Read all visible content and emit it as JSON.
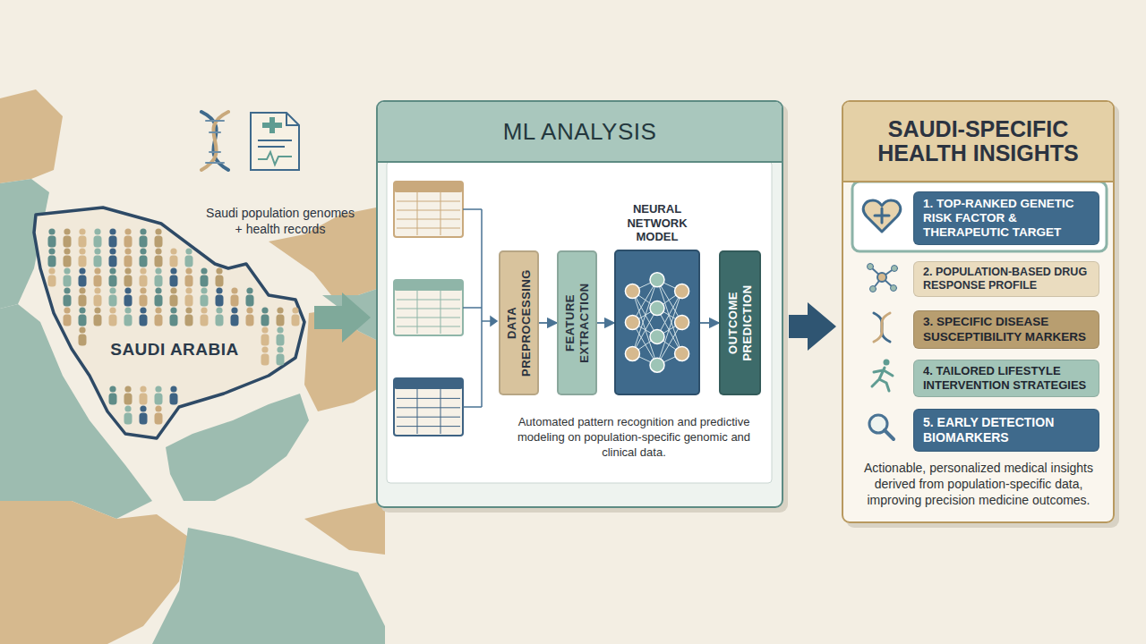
{
  "diagram": {
    "nodes": [
      {
        "text": [
          "SAUDI ARABIA"
        ]
      },
      {
        "text": [
          "ML ANALYSIS",
          "Automated pattern recognition and predictive modeling on population-specific genomic and clinical data."
        ]
      },
      {
        "text": [
          "DATA PREPROCESSING"
        ],
        "in": 1
      },
      {
        "text": [
          "FEATURE EXTRACTION"
        ],
        "in": 1
      },
      {
        "text": [
          "NEURAL NETWORK MODEL"
        ],
        "in": 1
      },
      {
        "text": [
          "OUTCOME PREDICTION"
        ],
        "in": 1
      },
      {
        "text": [
          "SAUDI-SPECIFIC HEALTH INSIGHTS",
          "Actionable, personalized medical insights derived from population-specific data, improving precision medicine outcomes."
        ]
      },
      {
        "text": [
          "1. TOP-RANKED GENETIC RISK FACTOR & THERAPEUTIC TARGET"
        ],
        "in": 6
      },
      {
        "text": [
          "2. POPULATION-BASED DRUG RESPONSE PROFILE"
        ],
        "in": 6
      },
      {
        "text": [
          "3. SPECIFIC DISEASE SUSCEPTIBILITY MARKERS"
        ],
        "in": 6
      },
      {
        "text": [
          "4. TAILORED LIFESTYLE INTERVENTION STRATEGIES"
        ],
        "in": 6
      },
      {
        "text": [
          "5. EARLY DETECTION BIOMARKERS"
        ],
        "in": 6
      }
    ],
    "edges": [
      {
        "from": 0,
        "to": 1,
        "arrow": "to"
      },
      {
        "from": 2,
        "to": 3,
        "arrow": "to"
      },
      {
        "from": 3,
        "to": 4,
        "arrow": "to"
      },
      {
        "from": 4,
        "to": 5,
        "arrow": "to"
      },
      {
        "from": 1,
        "to": 6,
        "arrow": "to"
      }
    ],
    "labels": [
      "Saudi population genomes + health records"
    ]
  }
}
